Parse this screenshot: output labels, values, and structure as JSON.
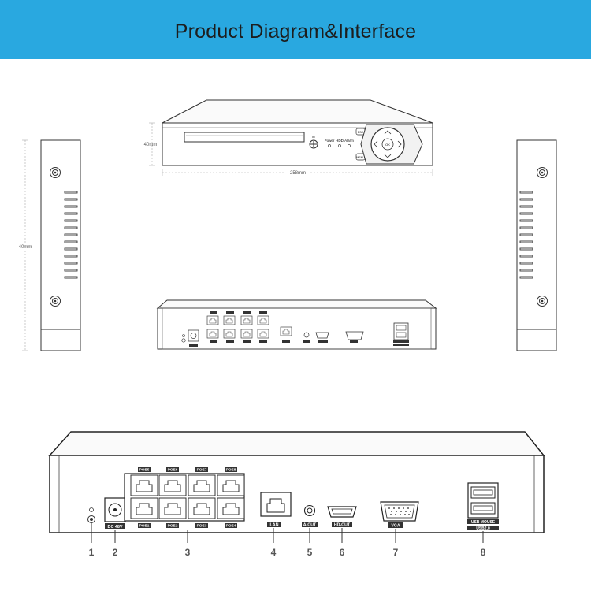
{
  "banner": {
    "title": "Product Diagram&Interface",
    "color": "#29a8e0"
  },
  "front": {
    "height_label": "40mm",
    "width_label": "258mm",
    "indicators": [
      "Power",
      "HDD",
      "Alarm"
    ],
    "button_left": "ESC",
    "button_right": "MENU",
    "center": "OK"
  },
  "side": {
    "height_label": "40mm"
  },
  "rear": {
    "poe_top": [
      "POE5",
      "POE6",
      "POE7",
      "POE8"
    ],
    "poe_bottom": [
      "POE1",
      "POE2",
      "POE3",
      "POE4"
    ],
    "dc": "DC 48V",
    "lan": "LAN",
    "aout": "A-OUT",
    "hdout": "HD-OUT",
    "vga": "VGA",
    "usb": [
      "USB MOUSE",
      "USB2.0"
    ]
  },
  "callouts": [
    "1",
    "2",
    "3",
    "4",
    "5",
    "6",
    "7",
    "8"
  ]
}
